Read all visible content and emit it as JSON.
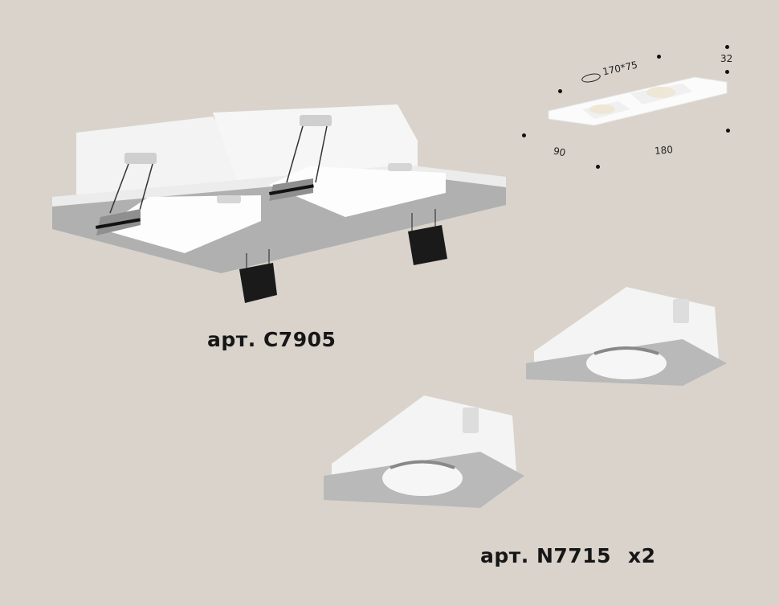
{
  "product_set": {
    "frame": {
      "article_label": "арт. C7905",
      "type": "double square recessed frame"
    },
    "module": {
      "article_label": "арт. N7715",
      "quantity": "x2",
      "type": "square recessed downlight module"
    },
    "dimensions": {
      "cutout_icon": "cutout-diameter-icon",
      "cutout": "170*75",
      "depth": "32",
      "width": "90",
      "length": "180"
    }
  },
  "colors": {
    "background": "#d9d3cb",
    "body_white": "#ffffff",
    "frame_silver": "#a8a8a8",
    "clip_black": "#1a1a1a"
  }
}
